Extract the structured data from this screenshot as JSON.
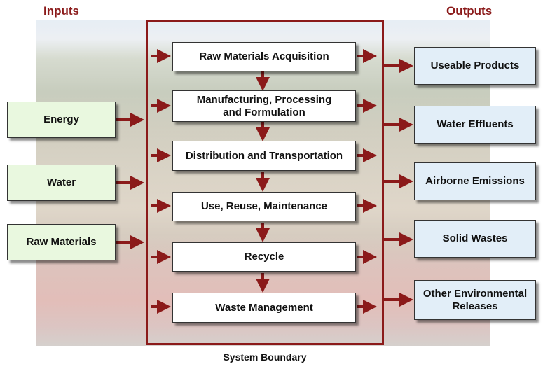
{
  "headings": {
    "inputs": "Inputs",
    "outputs": "Outputs",
    "boundary": "System Boundary"
  },
  "stages": [
    "Raw Materials Acquisition",
    "Manufacturing, Processing\nand Formulation",
    "Distribution and Transportation",
    "Use, Reuse, Maintenance",
    "Recycle",
    "Waste Management"
  ],
  "inputs": [
    "Energy",
    "Water",
    "Raw Materials"
  ],
  "outputs": [
    "Useable Products",
    "Water Effluents",
    "Airborne Emissions",
    "Solid Wastes",
    "Other Environmental\nReleases"
  ],
  "colors": {
    "accent": "#8b1a1a",
    "input_fill": "#e9f8df",
    "output_fill": "#e2eef8"
  }
}
